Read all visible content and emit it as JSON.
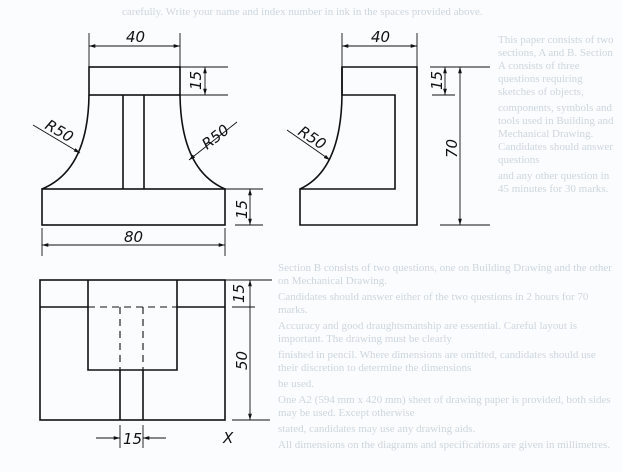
{
  "background_text": [
    "carefully. Write your name and index number in ink in the spaces provided above.",
    "This paper consists of two sections, A and B. Section A consists of three questions requiring sketches of objects,",
    "components, symbols and tools used in Building and Mechanical Drawing. Candidates should answer questions",
    "and any other question in 45 minutes for 30 marks.",
    "Section B consists of two questions, one on Building Drawing and the other on Mechanical Drawing.",
    "Candidates should answer either of the two questions in 2 hours for 70 marks.",
    "Accuracy and good draughtsmanship are essential. Careful layout is important. The drawing must be clearly",
    "finished in pencil. Where dimensions are omitted, candidates should use their discretion to determine the dimensions",
    "be used.",
    "One A2 (594 mm x 420 mm) sheet of drawing paper is provided, both sides may be used. Except otherwise",
    "stated, candidates may use any drawing aids.",
    "All dimensions on the diagrams and specifications are given in millimetres."
  ],
  "front_view": {
    "top_width": "40",
    "top_height": "15",
    "base_height": "15",
    "base_width": "80",
    "radius_left": "R50",
    "radius_right": "R50"
  },
  "side_view": {
    "top_width": "40",
    "top_height": "15",
    "overall_height": "70",
    "radius": "R50"
  },
  "plan_view": {
    "top_height": "15",
    "depth": "50",
    "stem_width": "15",
    "view_marker": "X"
  }
}
